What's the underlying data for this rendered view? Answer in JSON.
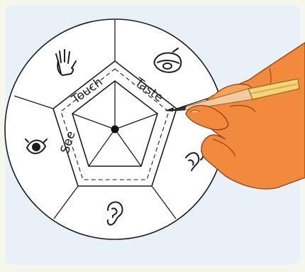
{
  "wheel": {
    "labels": {
      "touch": "Touch",
      "taste": "Taste",
      "see": "See"
    },
    "sense_icons": [
      "hand-icon",
      "mouth-icon",
      "ear-icon",
      "ear-icon",
      "eye-icon"
    ]
  },
  "colors": {
    "page_background": "#f6f7ec",
    "frame_panel": "#e8f1f8",
    "wheel_fill": "#ffffff",
    "line": "#1d1d1d",
    "skin": "#f28a3d",
    "pencil_body": "#f6d27a",
    "pencil_tip": "#f2c9a0"
  }
}
